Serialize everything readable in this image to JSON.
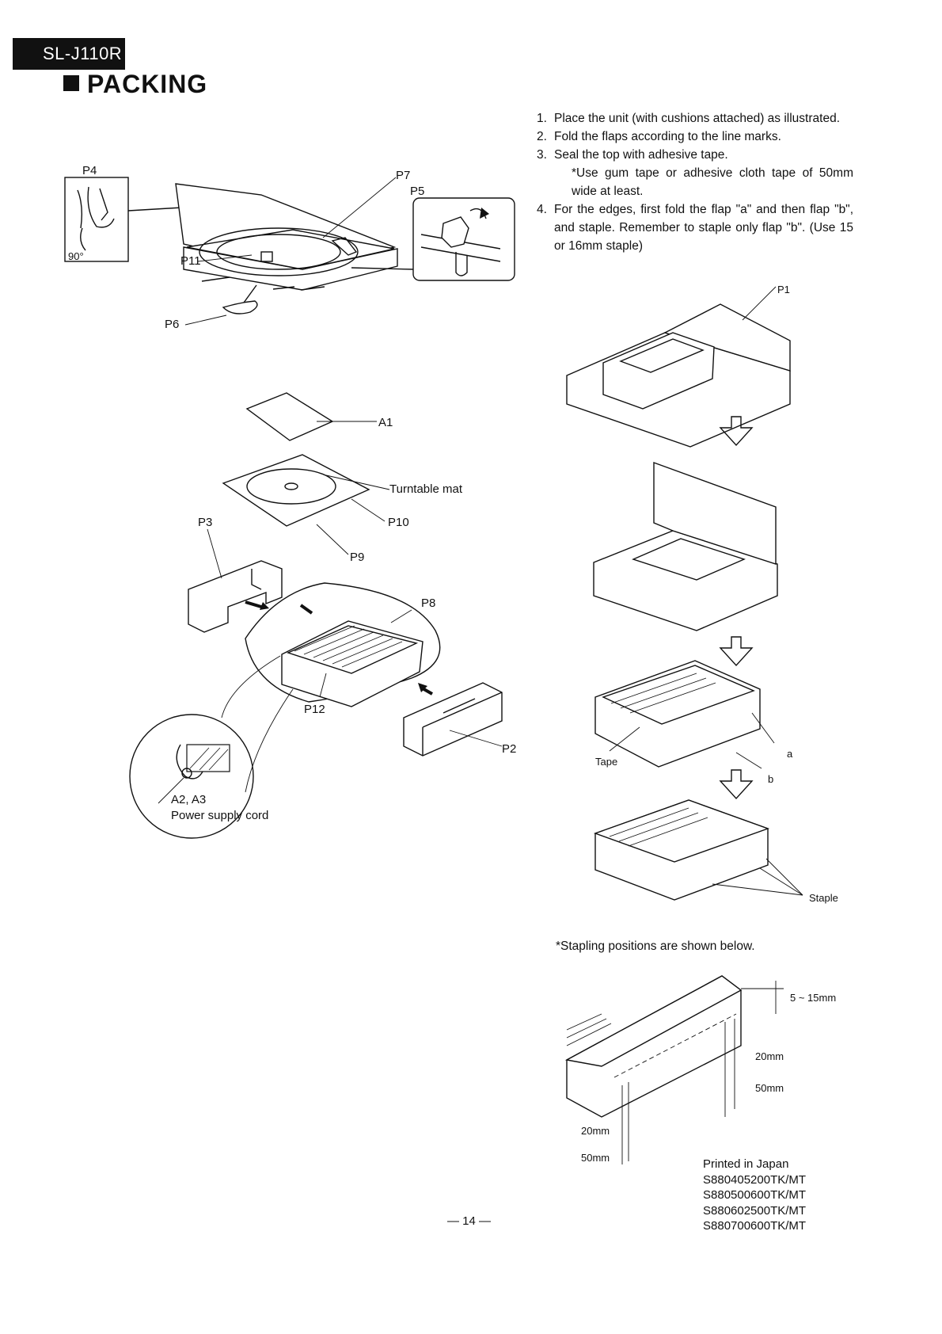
{
  "header": {
    "model": "SL-J110R",
    "title": "PACKING"
  },
  "instructions": {
    "steps": [
      {
        "num": "1.",
        "text": "Place the unit (with cushions attached) as illustrated."
      },
      {
        "num": "2.",
        "text": "Fold the flaps according to the line marks."
      },
      {
        "num": "3.",
        "text": "Seal the top with adhesive tape.",
        "sub": "*Use gum tape or adhesive cloth tape of 50mm wide at least."
      },
      {
        "num": "4.",
        "text": "For the edges, first fold the flap \"a\" and then flap \"b\", and staple. Remember to staple only flap \"b\". (Use 15 or 16mm staple)"
      }
    ],
    "stapling_note": "*Stapling positions are shown below."
  },
  "left_labels": {
    "p4": "P4",
    "angle": "90°",
    "p7": "P7",
    "p5": "P5",
    "p11": "P11",
    "p6": "P6",
    "a1": "A1",
    "turntable_mat": "Turntable mat",
    "p10": "P10",
    "p9": "P9",
    "p3": "P3",
    "p8": "P8",
    "p12": "P12",
    "p2": "P2",
    "a2a3": "A2, A3",
    "power_cord": "Power supply cord"
  },
  "right_labels": {
    "p1": "P1",
    "tape": "Tape",
    "a": "a",
    "b": "b",
    "staple": "Staple",
    "dim_5_15": "5 ~ 15mm",
    "dim_20_right": "20mm",
    "dim_50_right": "50mm",
    "dim_20_left": "20mm",
    "dim_50_left": "50mm"
  },
  "footer": {
    "printed": "Printed in Japan",
    "codes": [
      "S880405200TK/MT",
      "S880500600TK/MT",
      "S880602500TK/MT",
      "S880700600TK/MT"
    ],
    "page": "— 14 —"
  }
}
